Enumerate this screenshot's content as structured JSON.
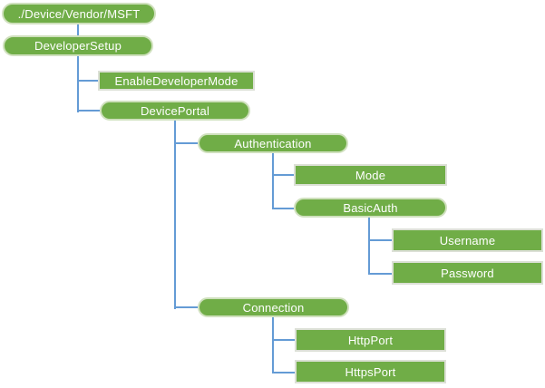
{
  "diagram": {
    "type": "tree",
    "nodes": [
      {
        "id": "root",
        "label": "./Device/Vendor/MSFT",
        "shape": "pill",
        "parent": null
      },
      {
        "id": "developer-setup",
        "label": "DeveloperSetup",
        "shape": "pill",
        "parent": "root"
      },
      {
        "id": "enable-developer-mode",
        "label": "EnableDeveloperMode",
        "shape": "rect",
        "parent": "developer-setup"
      },
      {
        "id": "device-portal",
        "label": "DevicePortal",
        "shape": "pill",
        "parent": "developer-setup"
      },
      {
        "id": "authentication",
        "label": "Authentication",
        "shape": "pill",
        "parent": "device-portal"
      },
      {
        "id": "mode",
        "label": "Mode",
        "shape": "rect",
        "parent": "authentication"
      },
      {
        "id": "basic-auth",
        "label": "BasicAuth",
        "shape": "pill",
        "parent": "authentication"
      },
      {
        "id": "username",
        "label": "Username",
        "shape": "rect",
        "parent": "basic-auth"
      },
      {
        "id": "password",
        "label": "Password",
        "shape": "rect",
        "parent": "basic-auth"
      },
      {
        "id": "connection",
        "label": "Connection",
        "shape": "pill",
        "parent": "device-portal"
      },
      {
        "id": "http-port",
        "label": "HttpPort",
        "shape": "rect",
        "parent": "connection"
      },
      {
        "id": "https-port",
        "label": "HttpsPort",
        "shape": "rect",
        "parent": "connection"
      }
    ],
    "colors": {
      "node_fill": "#70AD47",
      "node_text": "#FFFFFF",
      "connector": "#649BD5"
    }
  }
}
